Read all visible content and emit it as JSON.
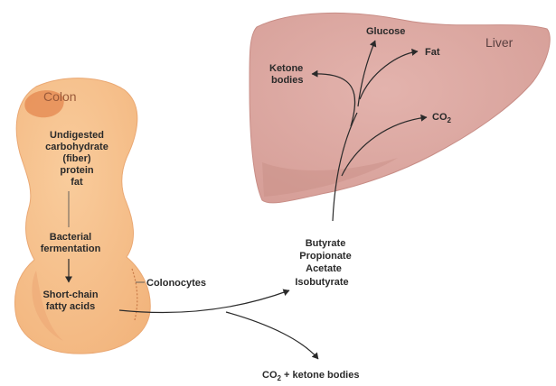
{
  "colors": {
    "colon_fill": "#f6c08a",
    "colon_shadow": "#e89a5c",
    "liver_fill": "#ddaaa3",
    "liver_edge": "#c88d86",
    "text": "#2a2a2a",
    "organ_label_colon": "#9a5a3a",
    "organ_label_liver": "#5a4040"
  },
  "colon": {
    "label": "Colon",
    "inputs": [
      "Undigested",
      "carbohydrate",
      "(fiber)",
      "protein",
      "fat"
    ],
    "process": [
      "Bacterial",
      "fermentation"
    ],
    "products": [
      "Short-chain",
      "fatty acids"
    ],
    "cell_label": "Colonocytes"
  },
  "scfa_list": [
    "Butyrate",
    "Propionate",
    "Acetate",
    "Isobutyrate"
  ],
  "colon_output": {
    "co2": "CO",
    "co2_subscript": "2",
    "rest": " + ketone bodies"
  },
  "liver": {
    "label": "Liver",
    "products": {
      "glucose": "Glucose",
      "fat": "Fat",
      "ketone_line1": "Ketone",
      "ketone_line2": "bodies",
      "co2": "CO",
      "co2_subscript": "2"
    }
  }
}
